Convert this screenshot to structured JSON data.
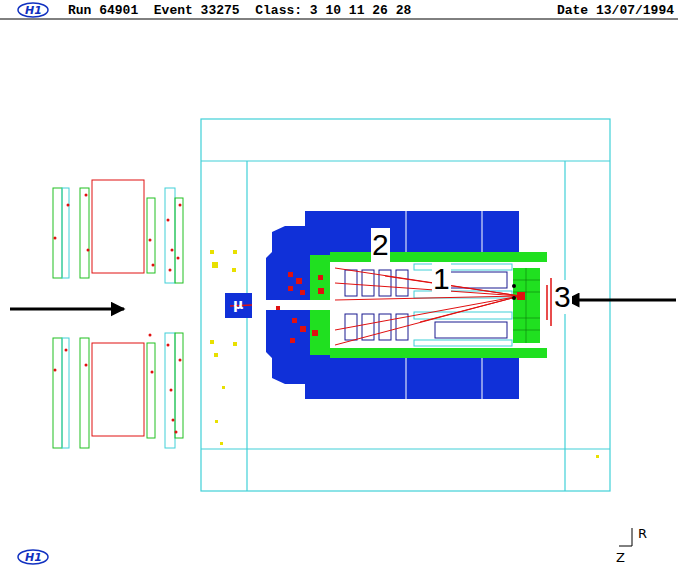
{
  "diagram": {
    "labels": [
      "Run 64901  Event 33275  Class: 3 10 11 26 28",
      "Date 13/07/1994",
      "1",
      "2",
      "3",
      "μ",
      "R",
      "Z",
      "H1",
      "H1"
    ]
  }
}
